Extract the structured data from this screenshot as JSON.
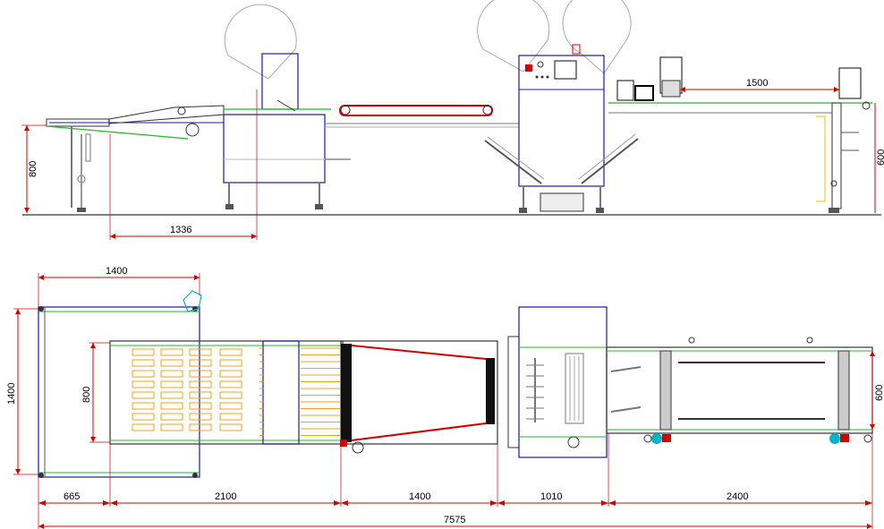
{
  "side_view": {
    "dim_conveyor_length": "1336",
    "dim_height": "800",
    "dim_module_spacing": "1500",
    "dim_right_height": "600"
  },
  "top_view": {
    "dim_top_width": "1400",
    "dim_left_height": "1400",
    "dim_tray_height": "800",
    "dim_right_width": "600",
    "segment_dims": [
      "665",
      "2100",
      "1400",
      "1010",
      "2400"
    ],
    "dim_total_length": "7575"
  },
  "colors": {
    "line": "#000000",
    "dimension": "#d40000",
    "frame_blue": "#1a1aa0",
    "belt_green": "#22bb22",
    "tray_orange": "#f0a020",
    "cyan_part": "#00b5c8",
    "grey": "#888888"
  }
}
